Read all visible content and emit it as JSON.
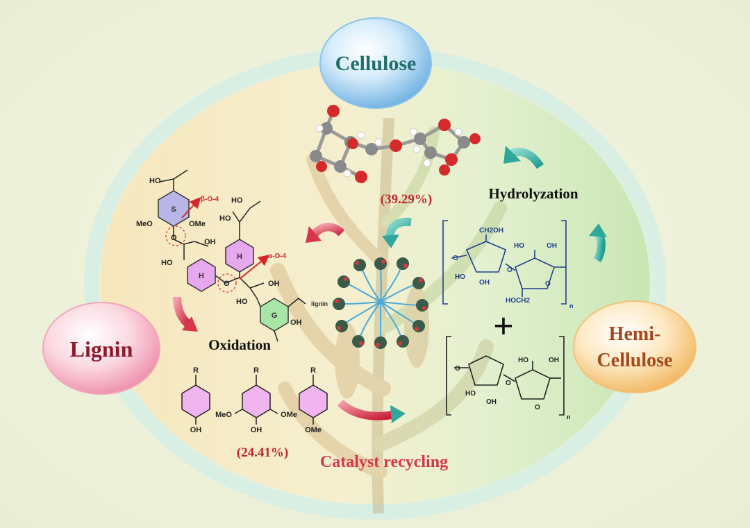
{
  "bubbles": {
    "cellulose": "Cellulose",
    "lignin": "Lignin",
    "hemi_line1": "Hemi-",
    "hemi_line2": "Cellulose"
  },
  "labels": {
    "hydrolyzation": "Hydrolyzation",
    "oxidation": "Oxidation",
    "catalyst_recycling": "Catalyst recycling",
    "plus": "+"
  },
  "yields": {
    "cellulose_yield": "(39.29%)",
    "lignin_yield": "(24.41%)"
  },
  "lignin_structure": {
    "ring_s": "S",
    "ring_h1": "H",
    "ring_h2": "H",
    "ring_g": "G",
    "beta_o4": "β-O-4",
    "alpha_o4": "α-O-4",
    "lignin_tag": "lignin",
    "ho": "HO",
    "oh": "OH",
    "meo": "MeO",
    "ome": "OMe",
    "o": "O"
  },
  "monomers": {
    "r": "R",
    "oh": "OH",
    "meo": "MeO",
    "ome": "OMe"
  },
  "sugars": {
    "ch2oh": "CH2OH",
    "hoch2": "HOCH2",
    "ho": "HO",
    "oh": "OH",
    "o": "O",
    "n": "n"
  },
  "colors": {
    "yield_red": "#c0272d",
    "lignin_text": "#8b1a2b",
    "cellulose_text": "#1f6e6a",
    "hemi_text": "#a4471b",
    "arrow_teal": "#3bb3a7",
    "arrow_red": "#d6364a",
    "sugar_blue": "#1f3f8f"
  }
}
